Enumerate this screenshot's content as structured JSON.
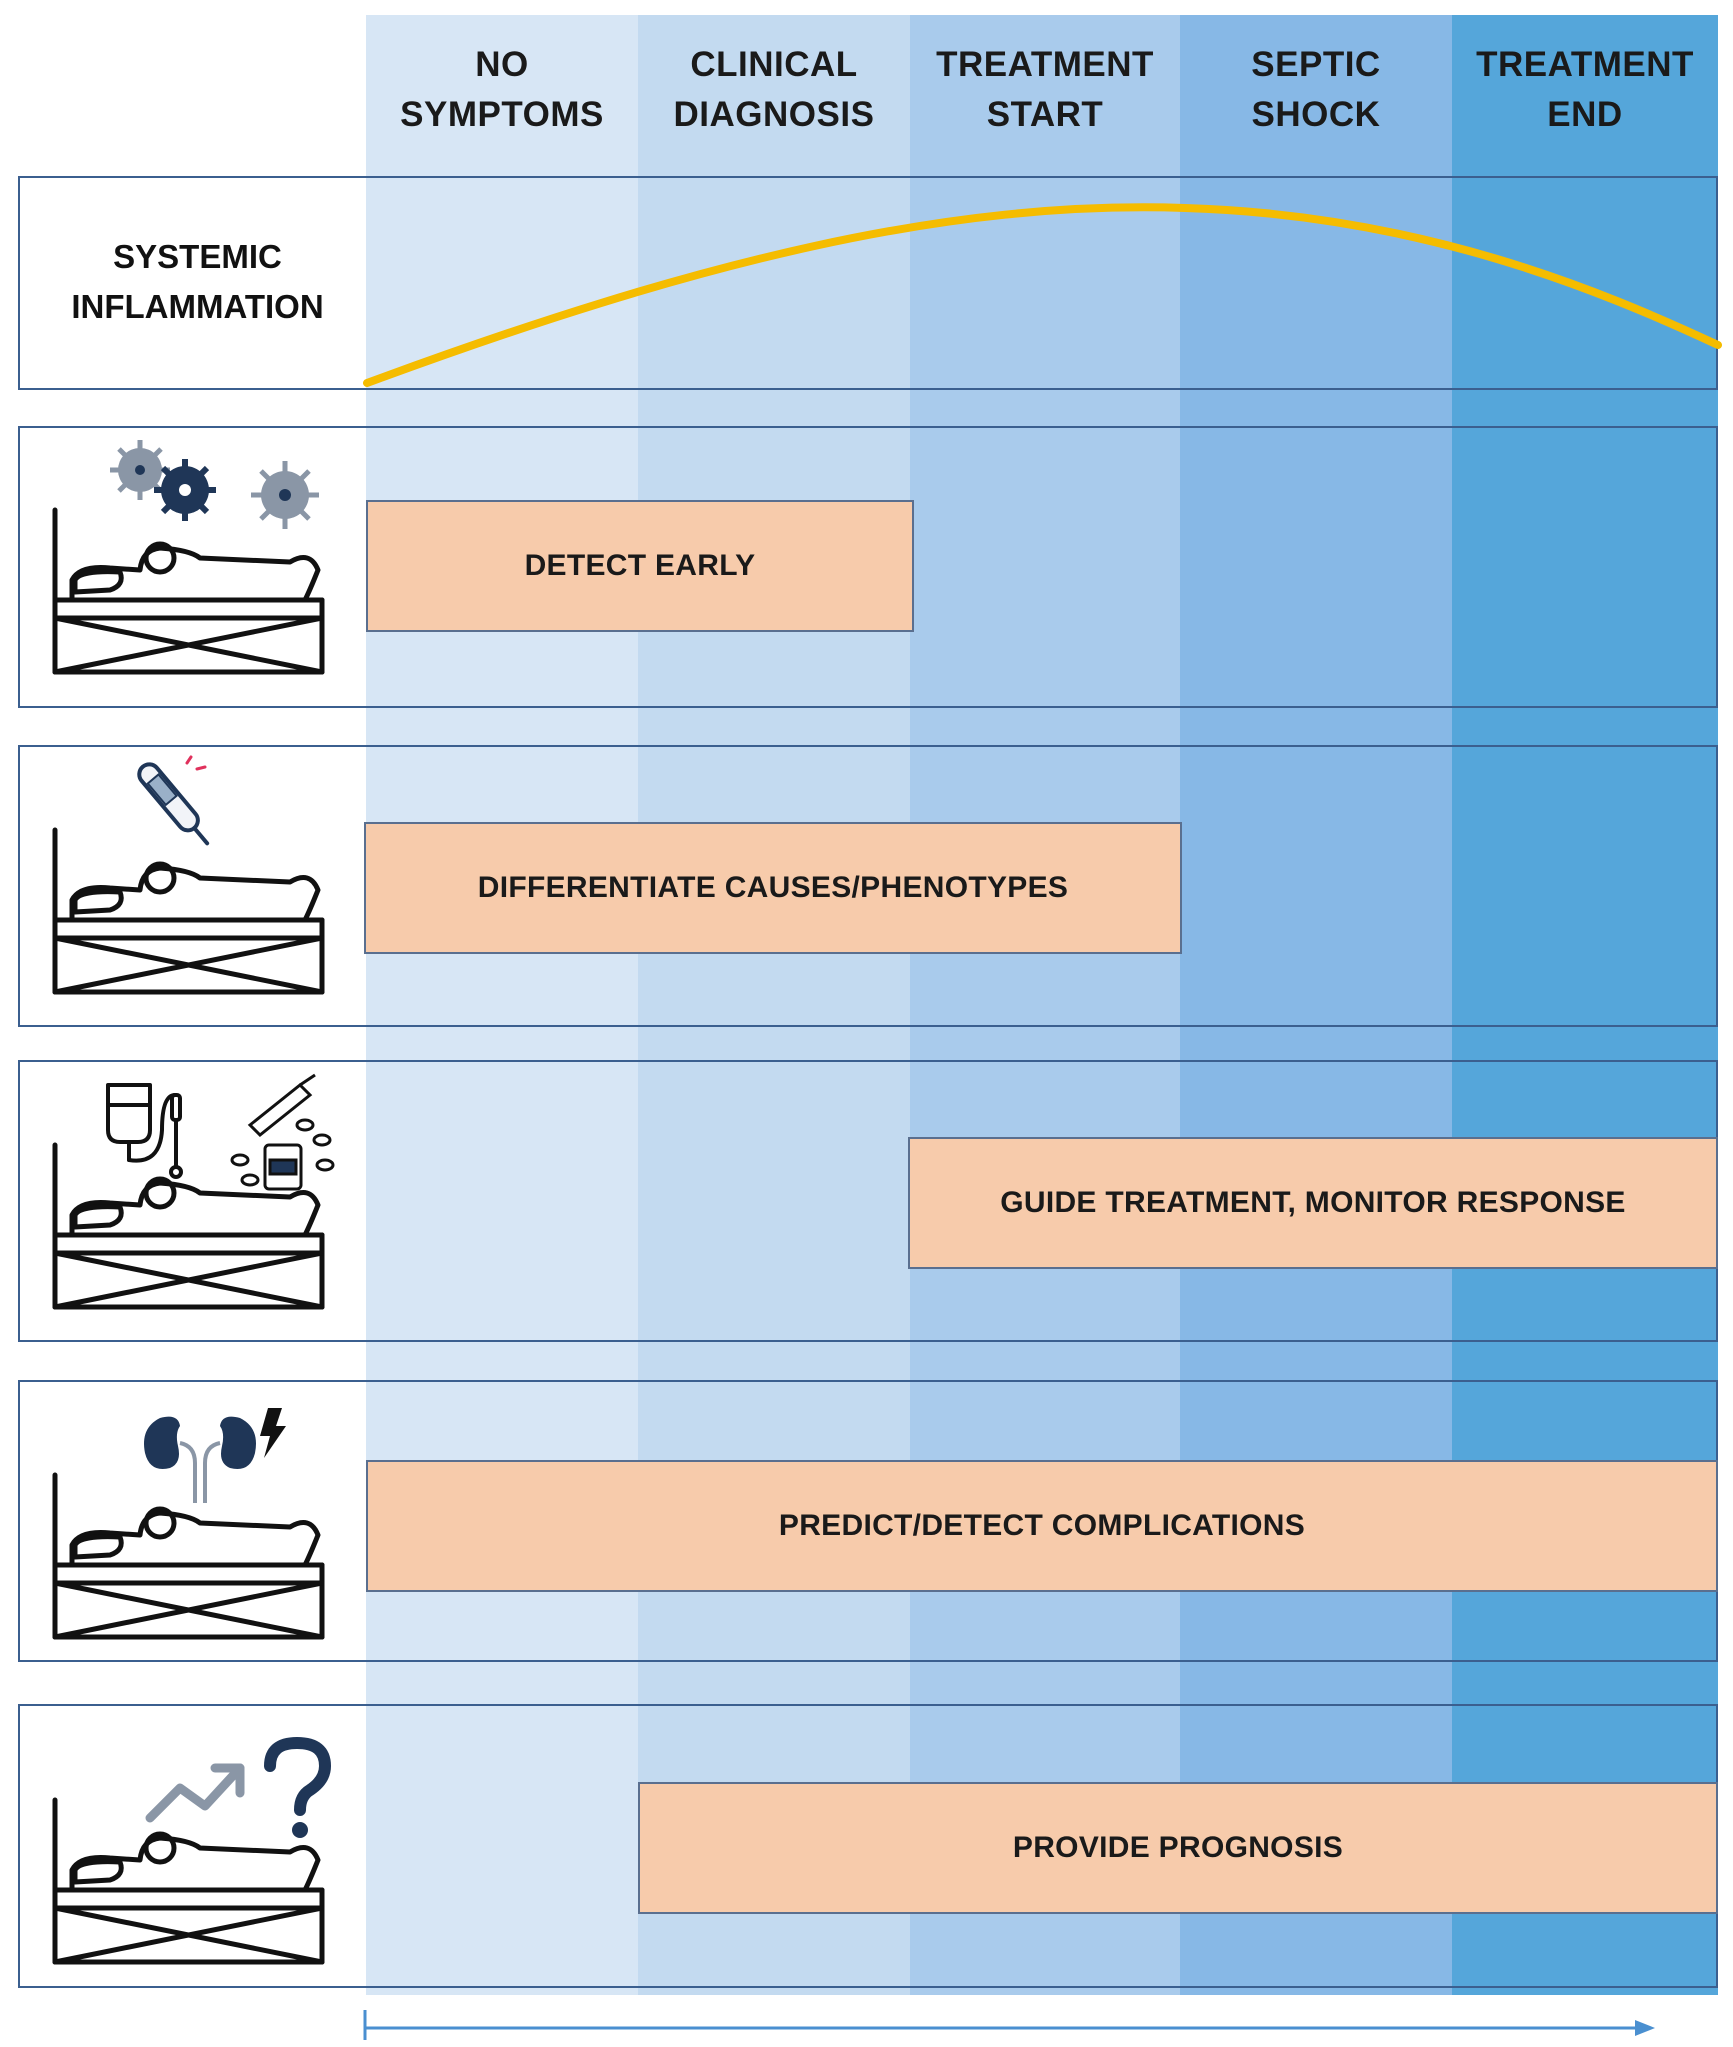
{
  "columns": [
    {
      "label": "NO\nSYMPTOMS",
      "color": "#d7e6f5"
    },
    {
      "label": "CLINICAL\nDIAGNOSIS",
      "color": "#c3daf0"
    },
    {
      "label": "TREATMENT\nSTART",
      "color": "#a9cbec"
    },
    {
      "label": "SEPTIC\nSHOCK",
      "color": "#87b8e6"
    },
    {
      "label": "TREATMENT\nEND",
      "color": "#55a6da"
    }
  ],
  "inflammation": {
    "label": "SYSTEMIC\nINFLAMMATION",
    "curve_color": "#f5bc00"
  },
  "tasks": [
    {
      "label": "DETECT EARLY",
      "icon": "pathogens-icon"
    },
    {
      "label": "DIFFERENTIATE CAUSES/PHENOTYPES",
      "icon": "thermometer-icon"
    },
    {
      "label": "GUIDE TREATMENT, MONITOR RESPONSE",
      "icon": "iv-drip-medication-icon"
    },
    {
      "label": "PREDICT/DETECT  COMPLICATIONS",
      "icon": "kidneys-lightning-icon"
    },
    {
      "label": "PROVIDE PROGNOSIS",
      "icon": "trend-question-icon"
    }
  ],
  "colors": {
    "task_fill": "#f7cbab",
    "border": "#3b5f8f",
    "arrow": "#4a8fd0",
    "icon_dark": "#1f3657",
    "icon_grey": "#8a96a6"
  }
}
